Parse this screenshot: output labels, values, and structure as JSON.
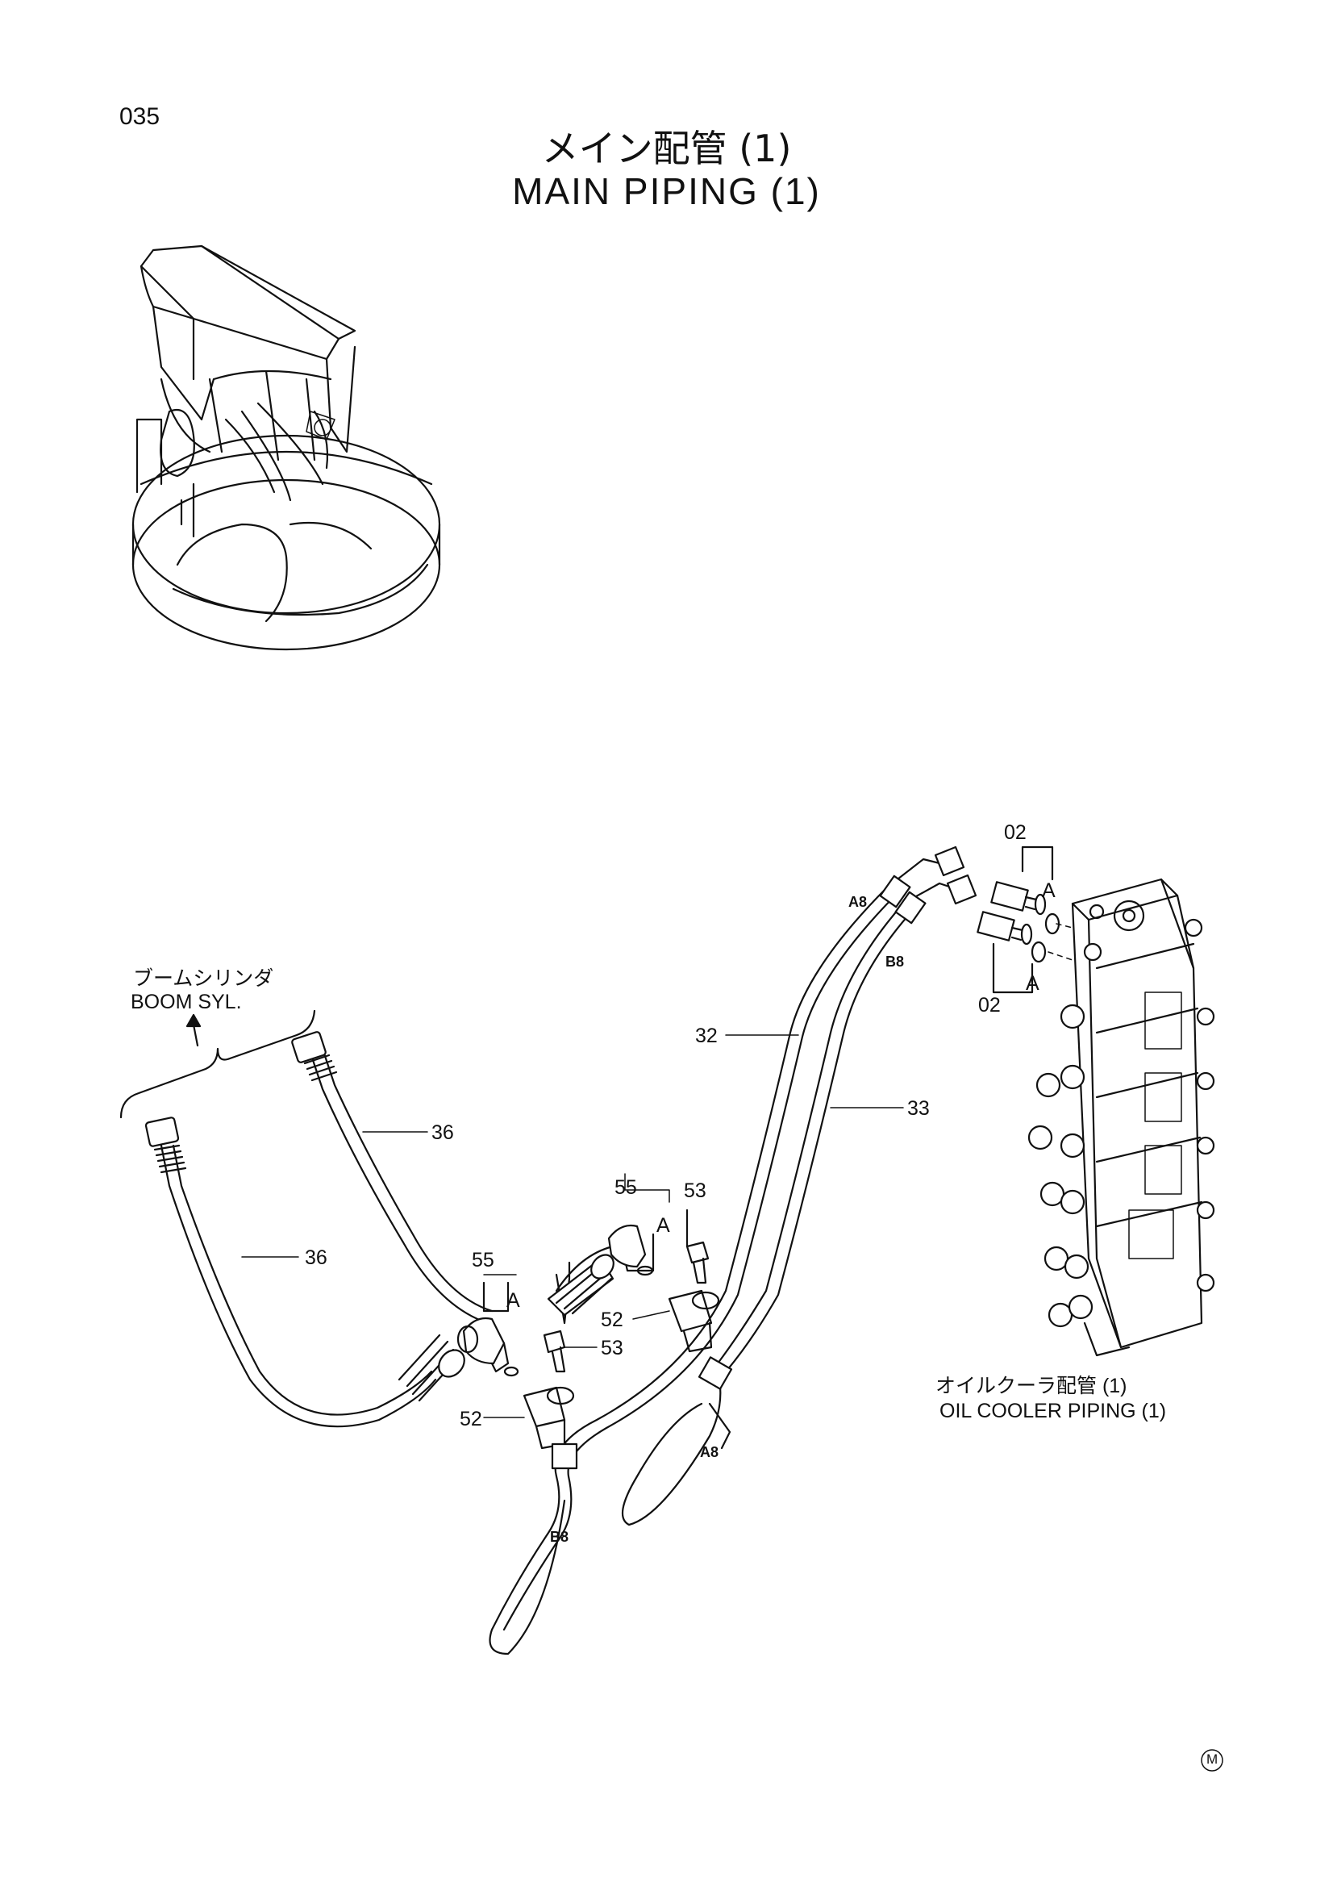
{
  "header": {
    "page_number": "035",
    "title_jp": "メイン配管 (1)",
    "title_en": "MAIN PIPING (1)"
  },
  "annotations": {
    "boom_jp": "ブームシリンダ",
    "boom_en": "BOOM SYL.",
    "cooler_jp": "オイルクーラ配管 (1)",
    "cooler_en": "OIL COOLER PIPING (1)"
  },
  "callouts": {
    "c02_top": "02",
    "c02_bottom": "02",
    "cA_top": "A",
    "cA_bottom": "A",
    "cA8_top": "A8",
    "cB8_top": "B8",
    "c32": "32",
    "c33": "33",
    "c36_right": "36",
    "c36_left": "36",
    "c55_right": "55",
    "c53_right": "53",
    "cA_mid_right": "A",
    "c55_left": "55",
    "cA_mid_left": "A",
    "c52_right": "52",
    "c53_left": "53",
    "c52_left": "52",
    "cA8_bottom": "A8",
    "cB8_bottom": "B8"
  },
  "footer": {
    "mark": "M"
  }
}
